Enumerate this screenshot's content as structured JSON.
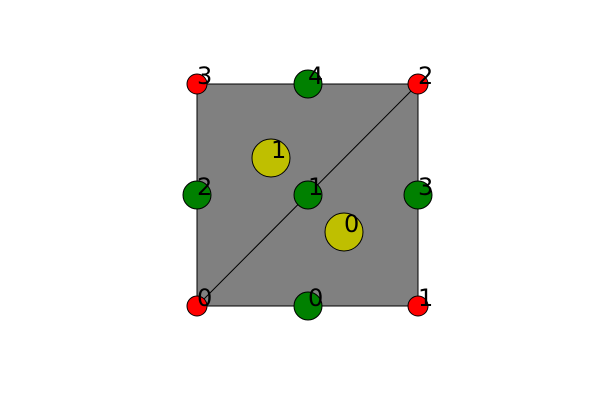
{
  "colors": {
    "background": "#ffffff",
    "face": "#808080",
    "stroke": "#000000",
    "vertex": "#ff0000",
    "edge_midpoint": "#008000",
    "face_centroid": "#bfbf00"
  },
  "vertices": [
    {
      "label": "0"
    },
    {
      "label": "1"
    },
    {
      "label": "2"
    },
    {
      "label": "3"
    }
  ],
  "edges": [
    {
      "label": "0"
    },
    {
      "label": "1"
    },
    {
      "label": "2"
    },
    {
      "label": "3"
    },
    {
      "label": "4"
    }
  ],
  "faces": [
    {
      "label": "0"
    },
    {
      "label": "1"
    }
  ]
}
